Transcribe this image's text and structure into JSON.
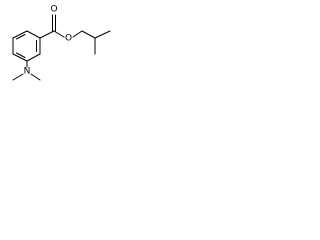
{
  "molecule": {
    "atoms": {
      "carbonyl_oxygen": "O",
      "ester_oxygen": "O",
      "amine_nitrogen": "N"
    }
  }
}
